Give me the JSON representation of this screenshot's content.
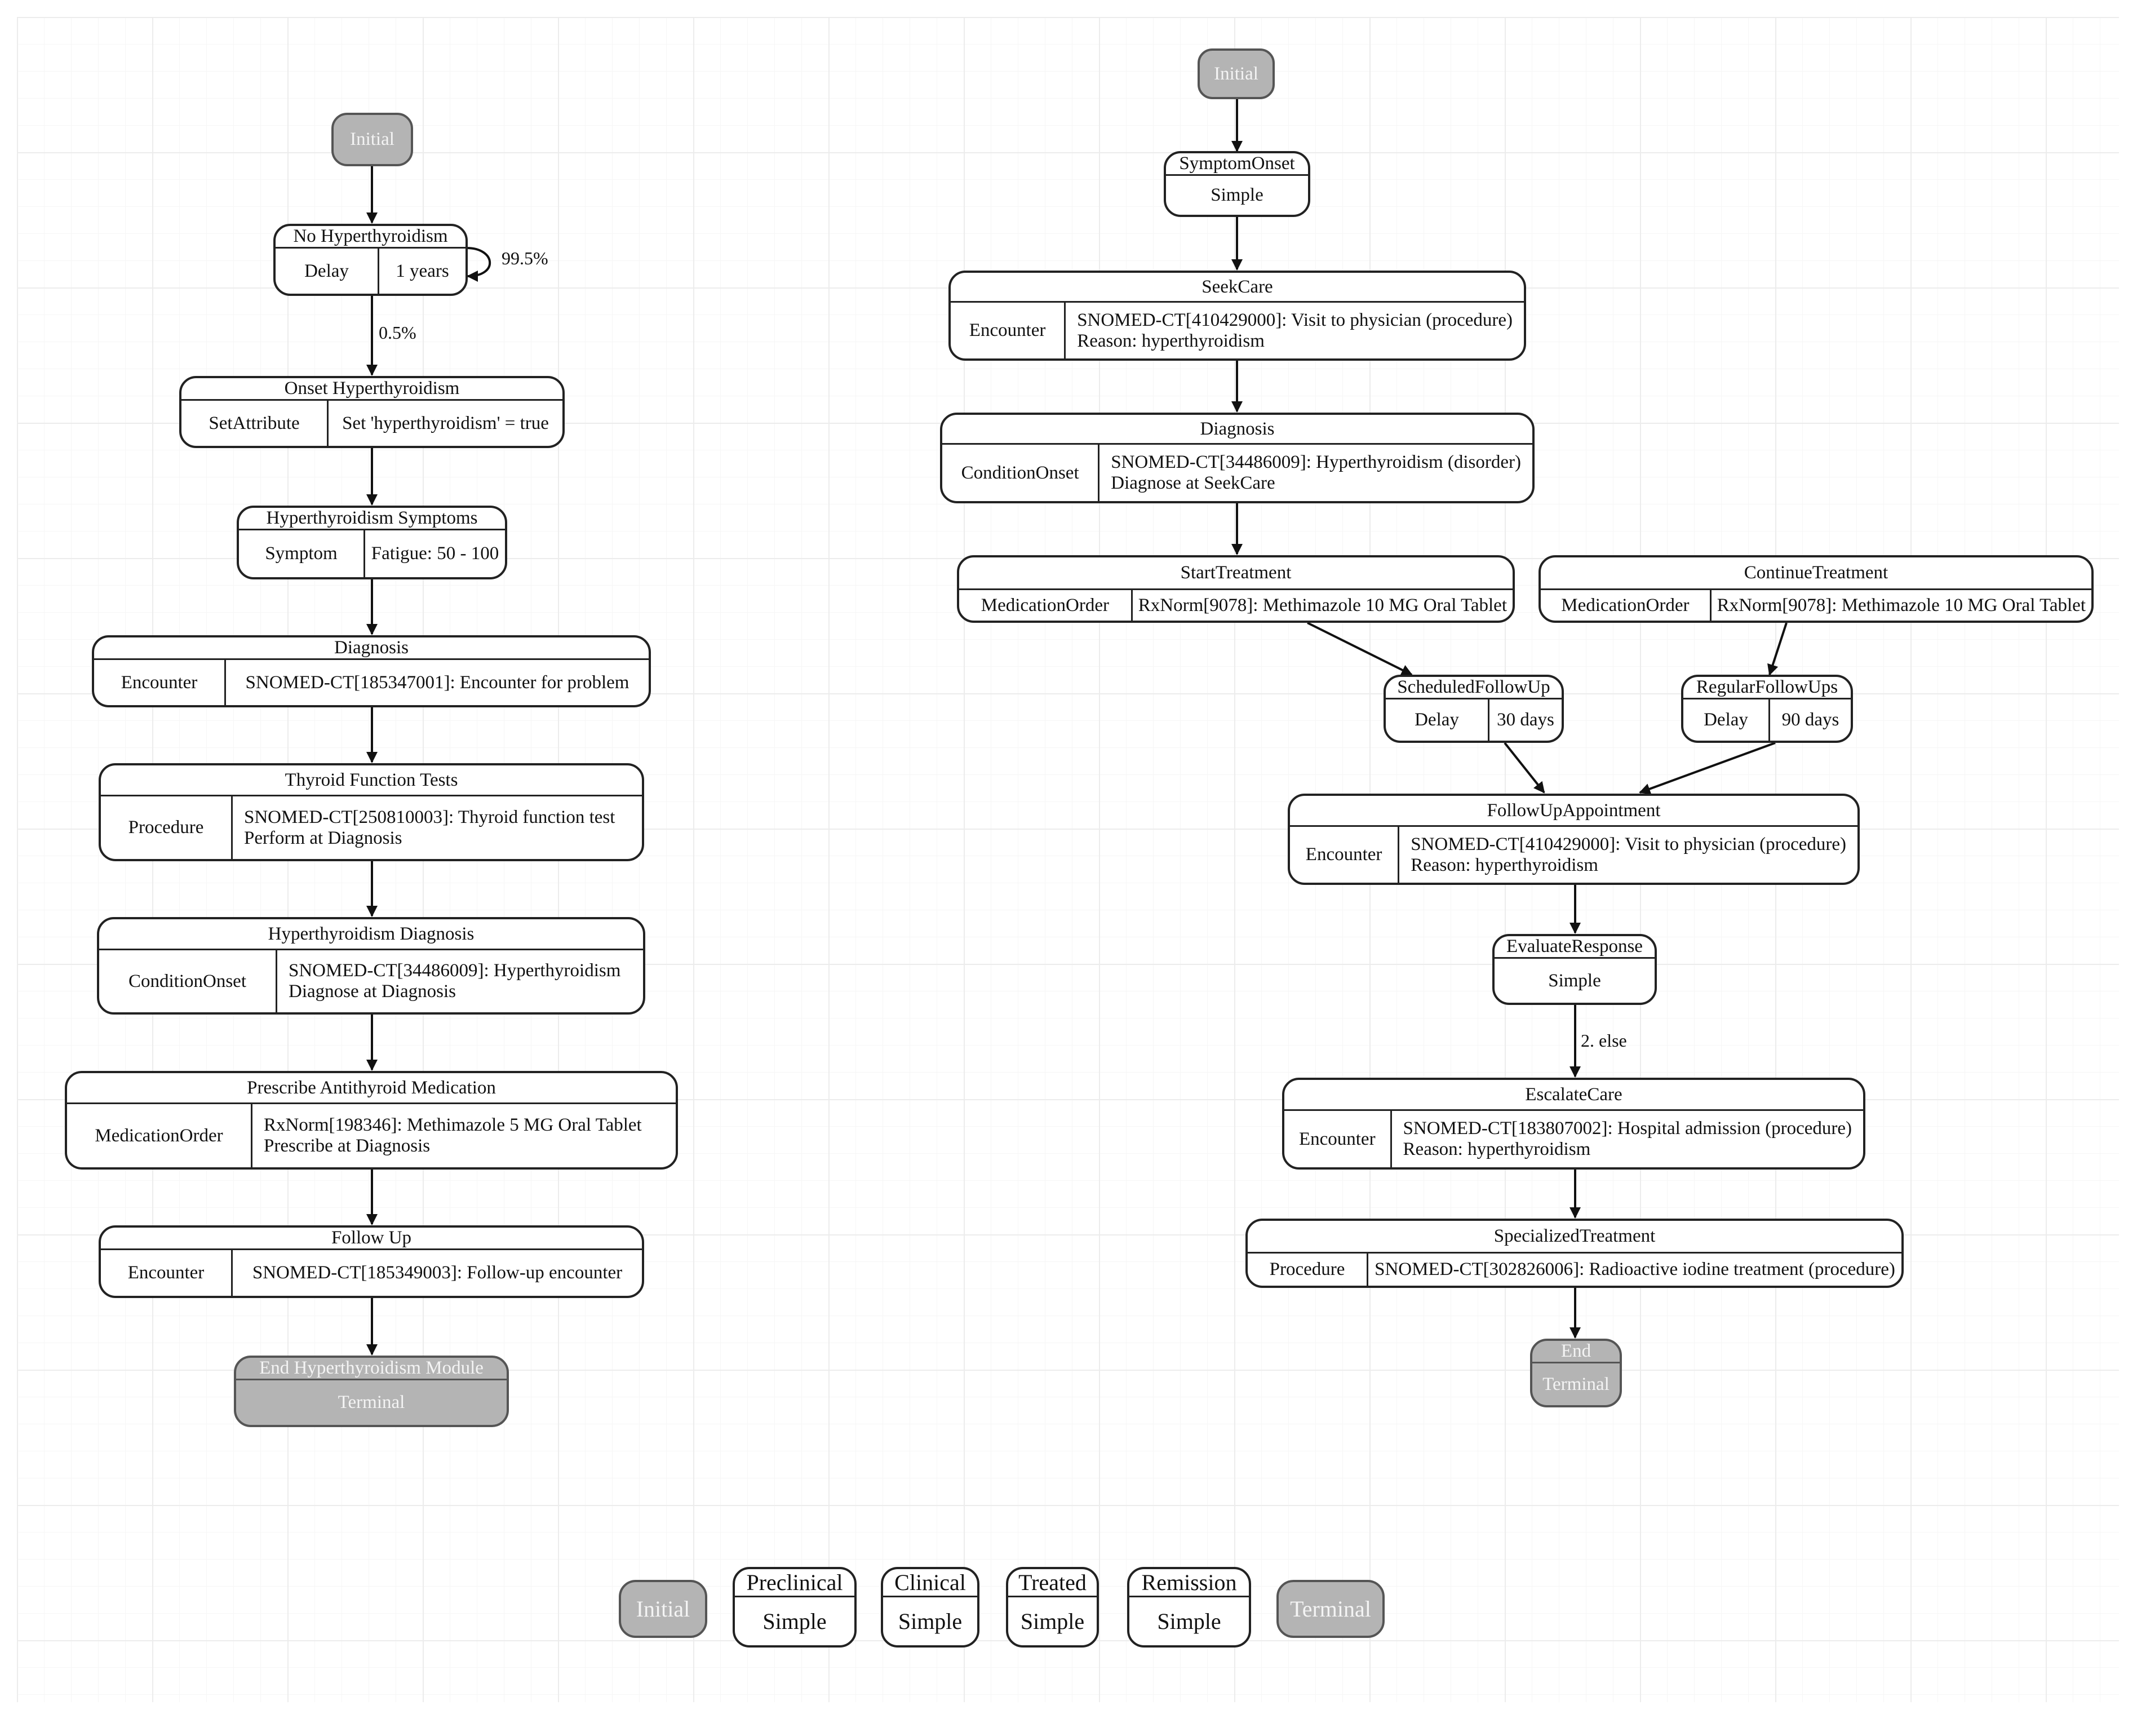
{
  "left": {
    "initial": "Initial",
    "no_hyper": {
      "title": "No Hyperthyroidism",
      "type": "Delay",
      "value": "1 years"
    },
    "self_loop_label": "99.5%",
    "onset_edge_label": "0.5%",
    "onset": {
      "title": "Onset Hyperthyroidism",
      "type": "SetAttribute",
      "value": "Set 'hyperthyroidism' = true"
    },
    "symptoms": {
      "title": "Hyperthyroidism Symptoms",
      "type": "Symptom",
      "value": "Fatigue: 50 - 100"
    },
    "diagnosis": {
      "title": "Diagnosis",
      "type": "Encounter",
      "value": "SNOMED-CT[185347001]: Encounter for problem"
    },
    "tft": {
      "title": "Thyroid Function Tests",
      "type": "Procedure",
      "line1": "SNOMED-CT[250810003]: Thyroid function test",
      "line2": "Perform at Diagnosis"
    },
    "hyper_dx": {
      "title": "Hyperthyroidism Diagnosis",
      "type": "ConditionOnset",
      "line1": "SNOMED-CT[34486009]: Hyperthyroidism",
      "line2": "Diagnose at Diagnosis"
    },
    "prescribe": {
      "title": "Prescribe Antithyroid Medication",
      "type": "MedicationOrder",
      "line1": "RxNorm[198346]: Methimazole 5 MG Oral Tablet",
      "line2": "Prescribe at Diagnosis"
    },
    "followup": {
      "title": "Follow Up",
      "type": "Encounter",
      "value": "SNOMED-CT[185349003]: Follow-up encounter"
    },
    "end": {
      "title": "End Hyperthyroidism Module",
      "sub": "Terminal"
    }
  },
  "right": {
    "initial": "Initial",
    "symptom_onset": {
      "title": "SymptomOnset",
      "sub": "Simple"
    },
    "seekcare": {
      "title": "SeekCare",
      "type": "Encounter",
      "line1": "SNOMED-CT[410429000]: Visit to physician (procedure)",
      "line2": "Reason: hyperthyroidism"
    },
    "diagnosis": {
      "title": "Diagnosis",
      "type": "ConditionOnset",
      "line1": "SNOMED-CT[34486009]: Hyperthyroidism (disorder)",
      "line2": "Diagnose at SeekCare"
    },
    "start_treatment": {
      "title": "StartTreatment",
      "type": "MedicationOrder",
      "value": "RxNorm[9078]: Methimazole 10 MG Oral Tablet"
    },
    "continue_treatment": {
      "title": "ContinueTreatment",
      "type": "MedicationOrder",
      "value": "RxNorm[9078]: Methimazole 10 MG Oral Tablet"
    },
    "scheduled_followup": {
      "title": "ScheduledFollowUp",
      "type": "Delay",
      "value": "30 days"
    },
    "regular_followups": {
      "title": "RegularFollowUps",
      "type": "Delay",
      "value": "90 days"
    },
    "followup_appt": {
      "title": "FollowUpAppointment",
      "type": "Encounter",
      "line1": "SNOMED-CT[410429000]: Visit to physician (procedure)",
      "line2": "Reason: hyperthyroidism"
    },
    "evaluate": {
      "title": "EvaluateResponse",
      "sub": "Simple"
    },
    "else_label": "2. else",
    "escalate": {
      "title": "EscalateCare",
      "type": "Encounter",
      "line1": "SNOMED-CT[183807002]: Hospital admission (procedure)",
      "line2": "Reason: hyperthyroidism"
    },
    "specialized": {
      "title": "SpecializedTreatment",
      "type": "Procedure",
      "value": "SNOMED-CT[302826006]: Radioactive iodine treatment (procedure)"
    },
    "end": {
      "title": "End",
      "sub": "Terminal"
    }
  },
  "legend": {
    "initial": "Initial",
    "preclinical": {
      "title": "Preclinical",
      "sub": "Simple"
    },
    "clinical": {
      "title": "Clinical",
      "sub": "Simple"
    },
    "treated": {
      "title": "Treated",
      "sub": "Simple"
    },
    "remission": {
      "title": "Remission",
      "sub": "Simple"
    },
    "terminal": "Terminal"
  },
  "colors": {
    "terminal_fill": "#b4b4b4",
    "node_border": "#222222",
    "grid": "#ececec"
  }
}
